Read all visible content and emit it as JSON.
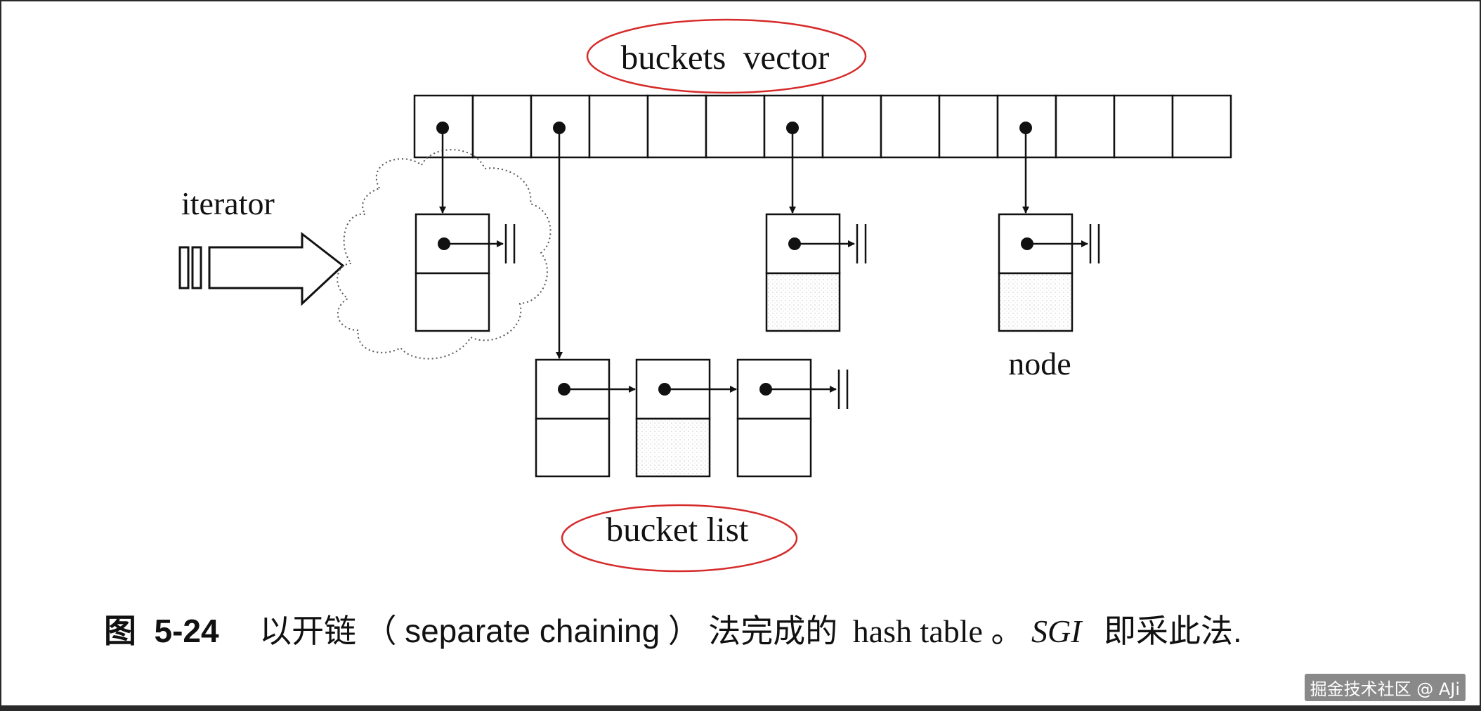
{
  "diagram": {
    "bucket_count": 14,
    "occupied_bucket_indices": [
      0,
      2,
      6,
      10
    ],
    "labels": {
      "buckets_vector": "buckets  vector",
      "iterator": "iterator",
      "node": "node",
      "bucket_list": "bucket list"
    },
    "highlight_color": "#d62b2b"
  },
  "caption": {
    "figure_word": "图",
    "figure_number": "5-24",
    "text_cn_1": "以开链",
    "paren_open": "（",
    "text_en": "separate chaining",
    "paren_close": "）",
    "text_cn_2": "法完成的",
    "text_serif": "hash table",
    "period": "。",
    "sgi": "SGI",
    "text_cn_3": "即采此法."
  },
  "watermark": "掘金技术社区 @ AJi"
}
